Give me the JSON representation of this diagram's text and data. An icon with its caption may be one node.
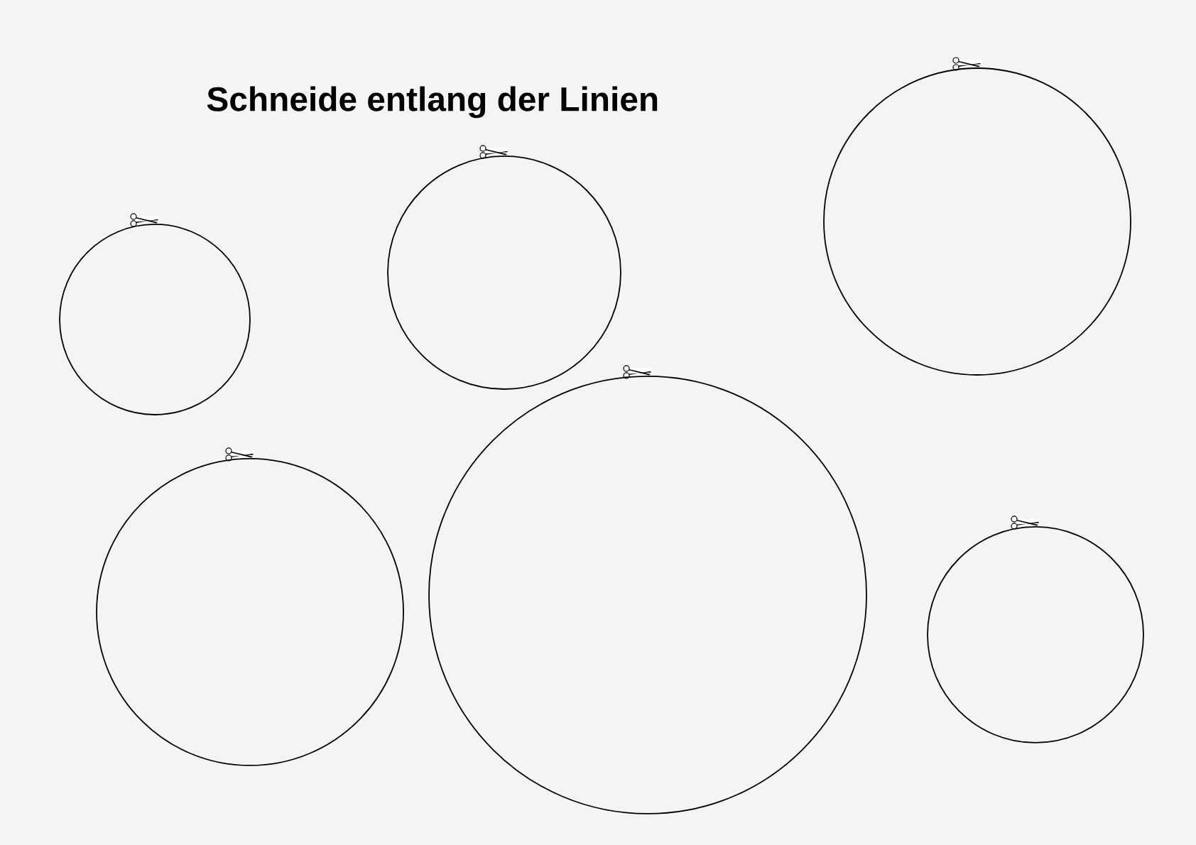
{
  "diagram": {
    "title": "Schneide entlang der Linien",
    "nodes": [
      {
        "text": [],
        "shape": "circle"
      },
      {
        "text": [],
        "shape": "circle"
      },
      {
        "text": [],
        "shape": "circle"
      },
      {
        "text": [],
        "shape": "circle"
      },
      {
        "text": [],
        "shape": "circle"
      },
      {
        "text": [],
        "shape": "circle"
      }
    ]
  }
}
